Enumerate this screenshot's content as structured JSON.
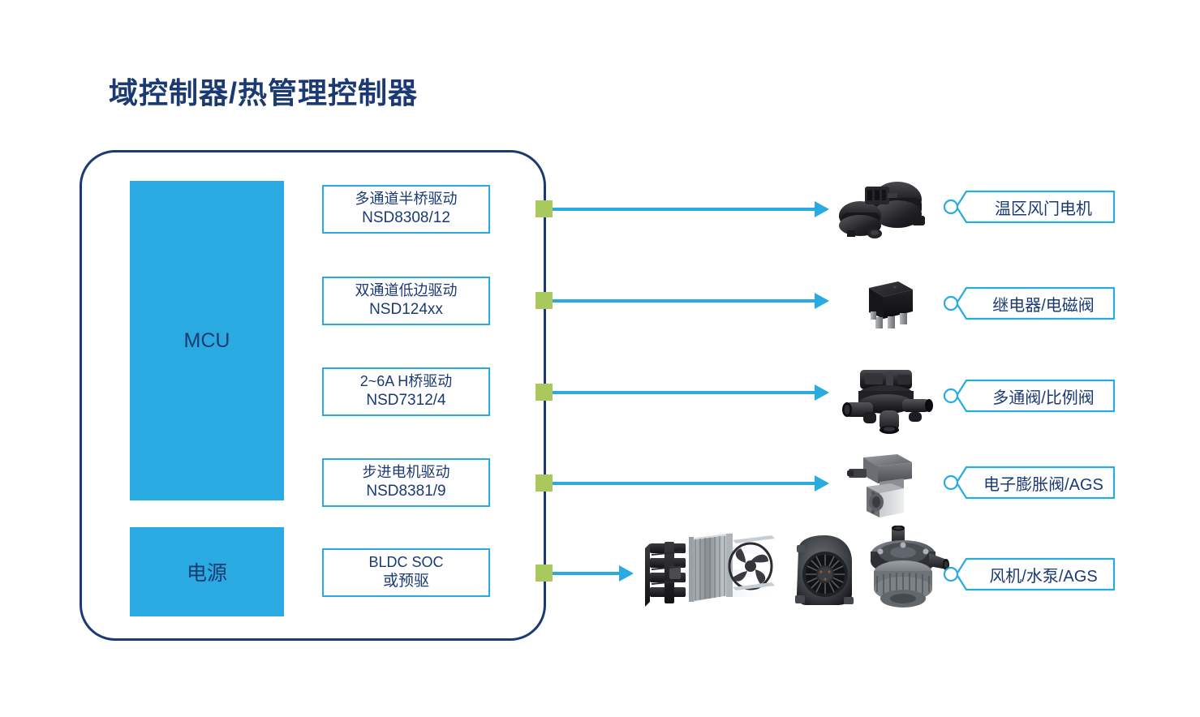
{
  "page": {
    "title": "域控制器/热管理控制器",
    "background": "#ffffff"
  },
  "colors": {
    "navy": "#1b3a73",
    "cyan": "#29abe2",
    "green": "#a9c95f"
  },
  "controller": {
    "blocks": [
      {
        "id": "mcu",
        "label": "MCU"
      },
      {
        "id": "power",
        "label": "电源"
      }
    ],
    "drivers": [
      {
        "line1": "多通道半桥驱动",
        "line2": "NSD8308/12"
      },
      {
        "line1": "双通道低边驱动",
        "line2": "NSD124xx"
      },
      {
        "line1": "2~6A H桥驱动",
        "line2": "NSD7312/4"
      },
      {
        "line1": "步进电机驱动",
        "line2": "NSD8381/9"
      },
      {
        "line1": "BLDC SOC",
        "line2": "或预驱"
      }
    ]
  },
  "loads": [
    {
      "label": "温区风门电机",
      "image": "damper-actuator-motor-photo"
    },
    {
      "label": "继电器/电磁阀",
      "image": "relay-cube-photo"
    },
    {
      "label": "多通阀/比例阀",
      "image": "multiport-valve-photo"
    },
    {
      "label": "电子膨胀阀/AGS",
      "image": "expansion-valve-photo"
    },
    {
      "label": "风机/水泵/AGS",
      "image": "hvac-module-blower-waterpump-photo"
    }
  ]
}
